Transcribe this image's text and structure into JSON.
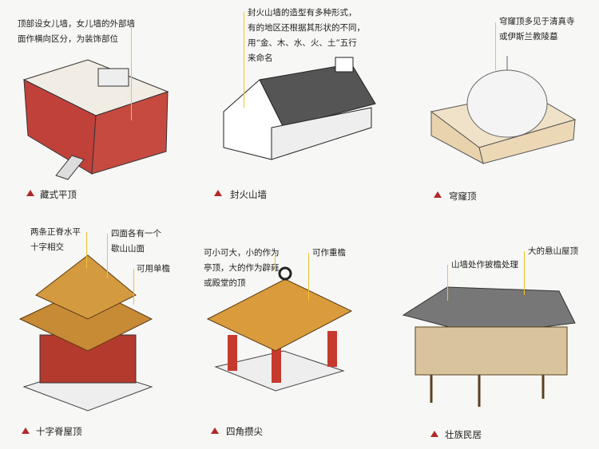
{
  "panels": [
    {
      "caption": "藏式平顶",
      "notes": [
        [
          "顶部设女儿墙，女儿墙的外部墙",
          "面作横向区分，为装饰部位"
        ]
      ]
    },
    {
      "caption": "封火山墙",
      "notes": [
        [
          "封火山墙的造型有多种形式，",
          "有的地区还根据其形状的不同，",
          "用“金、木、水、火、土”五行",
          "来命名"
        ]
      ]
    },
    {
      "caption": "穹窿顶",
      "notes": [
        [
          "穹窿顶多见于清真寺",
          "或伊斯兰教陵墓"
        ]
      ]
    },
    {
      "caption": "十字脊屋顶",
      "notes": [
        [
          "两条正脊水平",
          "十字相交"
        ],
        [
          "四面各有一个",
          "歇山山面"
        ],
        [
          "可用单檐"
        ]
      ]
    },
    {
      "caption": "四角攒尖",
      "notes": [
        [
          "可小可大，小的作为",
          "亭顶，大的作为辟雍",
          "或殿堂的顶"
        ],
        [
          "可作重檐"
        ]
      ]
    },
    {
      "caption": "壮族民居",
      "notes": [
        [
          "山墙处作披檐处理"
        ],
        [
          "大的悬山屋顶"
        ]
      ]
    }
  ],
  "colors": {
    "marker": "#b02a2a",
    "leader": "#f2c230",
    "brick": "#c0413a",
    "roof": "#c98a2a"
  }
}
